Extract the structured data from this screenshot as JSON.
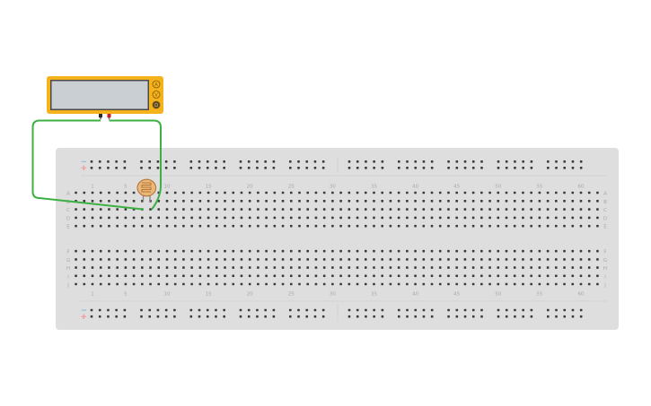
{
  "app": {
    "view": "circuit-editor-canvas"
  },
  "multimeter": {
    "display_value": "",
    "modes": [
      {
        "label": "A",
        "name": "current",
        "selected": false
      },
      {
        "label": "V",
        "name": "voltage",
        "selected": false
      },
      {
        "label": "Ω",
        "name": "resistance",
        "selected": true
      }
    ],
    "probes": [
      {
        "name": "common-probe",
        "color": "#2b2b2b"
      },
      {
        "name": "positive-probe",
        "color": "#c8201e"
      }
    ],
    "body_color": "#f5b21b",
    "display_color": "#c9cfd2"
  },
  "breadboard": {
    "row_labels_top": [
      "A",
      "B",
      "C",
      "D",
      "E"
    ],
    "row_labels_bottom": [
      "F",
      "G",
      "H",
      "I",
      "J"
    ],
    "column_labels": [
      "1",
      "5",
      "10",
      "15",
      "20",
      "25",
      "30",
      "35",
      "40",
      "45",
      "50",
      "55",
      "60"
    ],
    "rail_labels": {
      "minus": "−",
      "plus": "+"
    },
    "colors": {
      "board": "#dedede",
      "hole": "#3a3a3a",
      "label": "#a8a8a8",
      "minus": "#9ec3e0",
      "plus": "#f0a0a0"
    }
  },
  "components": [
    {
      "type": "photoresistor",
      "name": "photoresistor",
      "body_color": "#e9b978",
      "trace_color": "#b8743a",
      "position": "column 8-9, row B"
    }
  ],
  "wires": [
    {
      "name": "wire-common",
      "color": "#3cb043",
      "from": "multimeter common probe",
      "to": "row C column 7"
    },
    {
      "name": "wire-positive",
      "color": "#3cb043",
      "from": "multimeter positive probe",
      "to": "row C column 9"
    }
  ]
}
